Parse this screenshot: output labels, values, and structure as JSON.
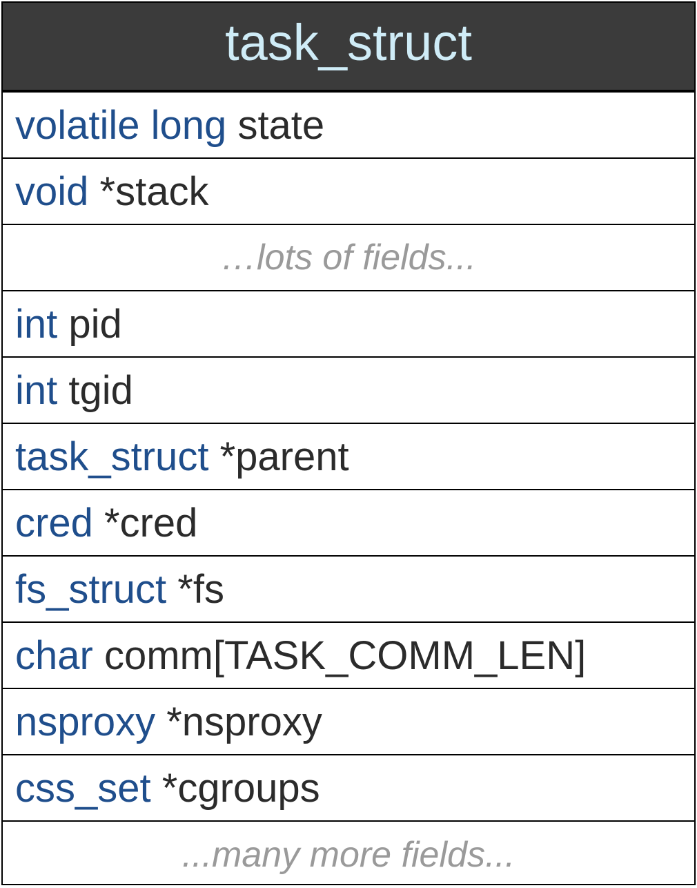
{
  "title": "task_struct",
  "rows": [
    {
      "kind": "field",
      "type": "volatile long",
      "name": "state"
    },
    {
      "kind": "field",
      "type": "void",
      "name": "*stack"
    },
    {
      "kind": "ellipsis",
      "text": "…lots of fields..."
    },
    {
      "kind": "field",
      "type": "int",
      "name": "pid"
    },
    {
      "kind": "field",
      "type": "int",
      "name": "tgid"
    },
    {
      "kind": "field",
      "type": "task_struct",
      "name": "*parent"
    },
    {
      "kind": "field",
      "type": "cred",
      "name": "*cred"
    },
    {
      "kind": "field",
      "type": "fs_struct",
      "name": "*fs"
    },
    {
      "kind": "field",
      "type": "char",
      "name": "comm[TASK_COMM_LEN]"
    },
    {
      "kind": "field",
      "type": "nsproxy",
      "name": "*nsproxy"
    },
    {
      "kind": "field",
      "type": "css_set",
      "name": "*cgroups"
    },
    {
      "kind": "ellipsis",
      "text": "...many more fields..."
    }
  ],
  "colors": {
    "header_bg": "#3b3b3b",
    "header_text": "#cfecf7",
    "type_text": "#1f4e8c",
    "name_text": "#2b2b2b",
    "ellipsis_text": "#9a9a9a"
  }
}
